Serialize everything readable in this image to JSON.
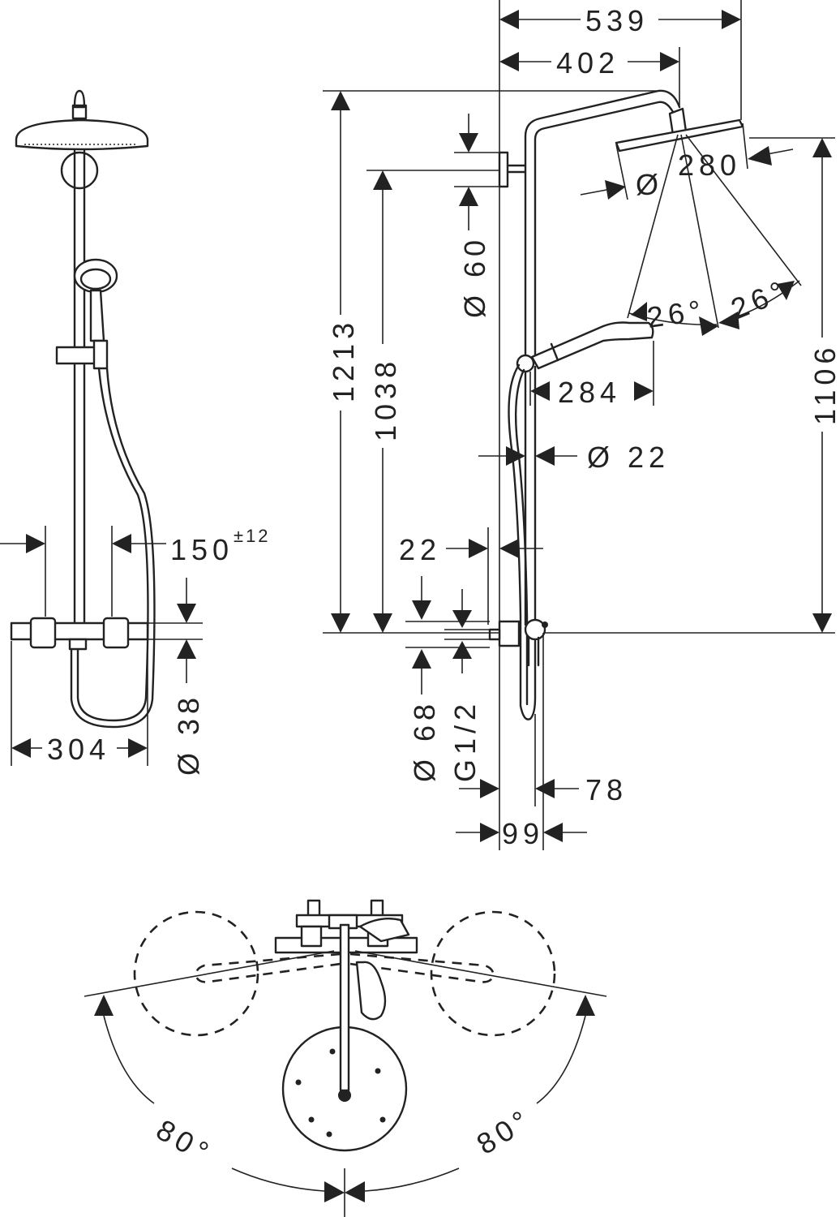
{
  "dimensions": {
    "overall_width": "539",
    "arm_length": "402",
    "overall_height": "1213",
    "head_height": "1106",
    "bar_height": "1038",
    "head_diameter": "Ø 280",
    "tilt_angle_right": "26°",
    "tilt_angle_left": "26°",
    "wall_holder_diameter": "Ø 60",
    "hand_shower_length": "284",
    "pipe_diameter": "Ø 22",
    "bar_offset": "22",
    "thread": "G1/2",
    "escutcheon_diameter": "Ø 68",
    "wall_to_pipe": "78",
    "wall_to_front": "99",
    "mixer_centers": "150",
    "mixer_centers_tolerance": "±12",
    "mixer_height": "Ø 38",
    "mixer_width": "304",
    "swivel_left": "80°",
    "swivel_right": "80°"
  }
}
